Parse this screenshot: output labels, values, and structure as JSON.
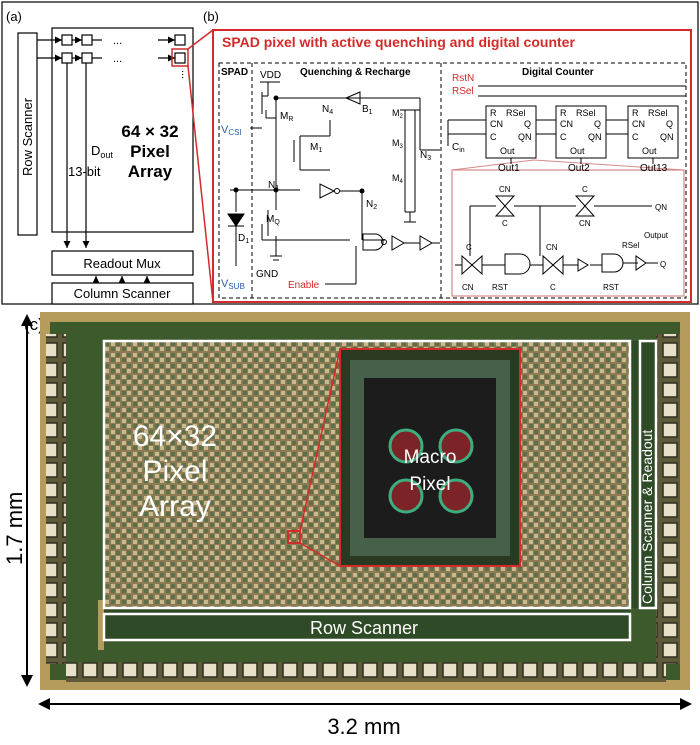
{
  "panel_a": {
    "label": "(a)",
    "row_scanner": "Row Scanner",
    "dots": "...",
    "dout": "D",
    "dout_sub": "out",
    "bits": "13-bit",
    "array_l1": "64 × 32",
    "array_l2": "Pixel",
    "array_l3": "Array",
    "readout_mux": "Readout Mux",
    "column_scanner": "Column Scanner"
  },
  "panel_b": {
    "label": "(b)",
    "title": "SPAD pixel with active quenching and digital counter",
    "spad": "SPAD",
    "quench": "Quenching & Recharge",
    "counter": "Digital Counter",
    "vdd": "VDD",
    "vcsi": "V",
    "vcsi_sub": "CSI",
    "vsub": "V",
    "vsub_sub": "SUB",
    "gnd": "GND",
    "mr": "M",
    "mr_sub": "R",
    "mq": "M",
    "mq_sub": "Q",
    "m1": "M",
    "m1_sub": "1",
    "m2": "M",
    "m2_sub": "2",
    "m3": "M",
    "m3_sub": "3",
    "m4": "M",
    "m4_sub": "4",
    "n1": "N",
    "n1_sub": "1",
    "n2": "N",
    "n2_sub": "2",
    "n3": "N",
    "n3_sub": "3",
    "n4": "N",
    "n4_sub": "4",
    "b1": "B",
    "b1_sub": "1",
    "d1": "D",
    "d1_sub": "1",
    "enable": "Enable",
    "rstn": "RstN",
    "rsel": "RSel",
    "cin": "C",
    "cin_sub": "in",
    "ff_r": "R",
    "ff_rsel": "RSel",
    "ff_cn": "CN",
    "ff_c": "C",
    "ff_q": "Q",
    "ff_qn": "QN",
    "ff_out": "Out",
    "out1": "Out1",
    "out2": "Out2",
    "out13": "Out13",
    "cell_cn": "CN",
    "cell_c": "C",
    "cell_qn": "QN",
    "cell_rst": "RST",
    "cell_rsel": "RSel",
    "cell_output": "Output",
    "cell_q": "Q"
  },
  "panel_c": {
    "label": "(c)",
    "array_l1": "64×32",
    "array_l2": "Pixel",
    "array_l3": "Array",
    "macro_l1": "Macro",
    "macro_l2": "Pixel",
    "column_scanner_readout": "Column Scanner & Readout",
    "row_scanner": "Row Scanner",
    "height": "1.7 mm",
    "width": "3.2 mm"
  },
  "colors": {
    "accent_red": "#d42a2a",
    "vcsi_blue": "#2b5fa8",
    "die_green": "#3c5a2c",
    "die_gold": "#b59b5c"
  }
}
